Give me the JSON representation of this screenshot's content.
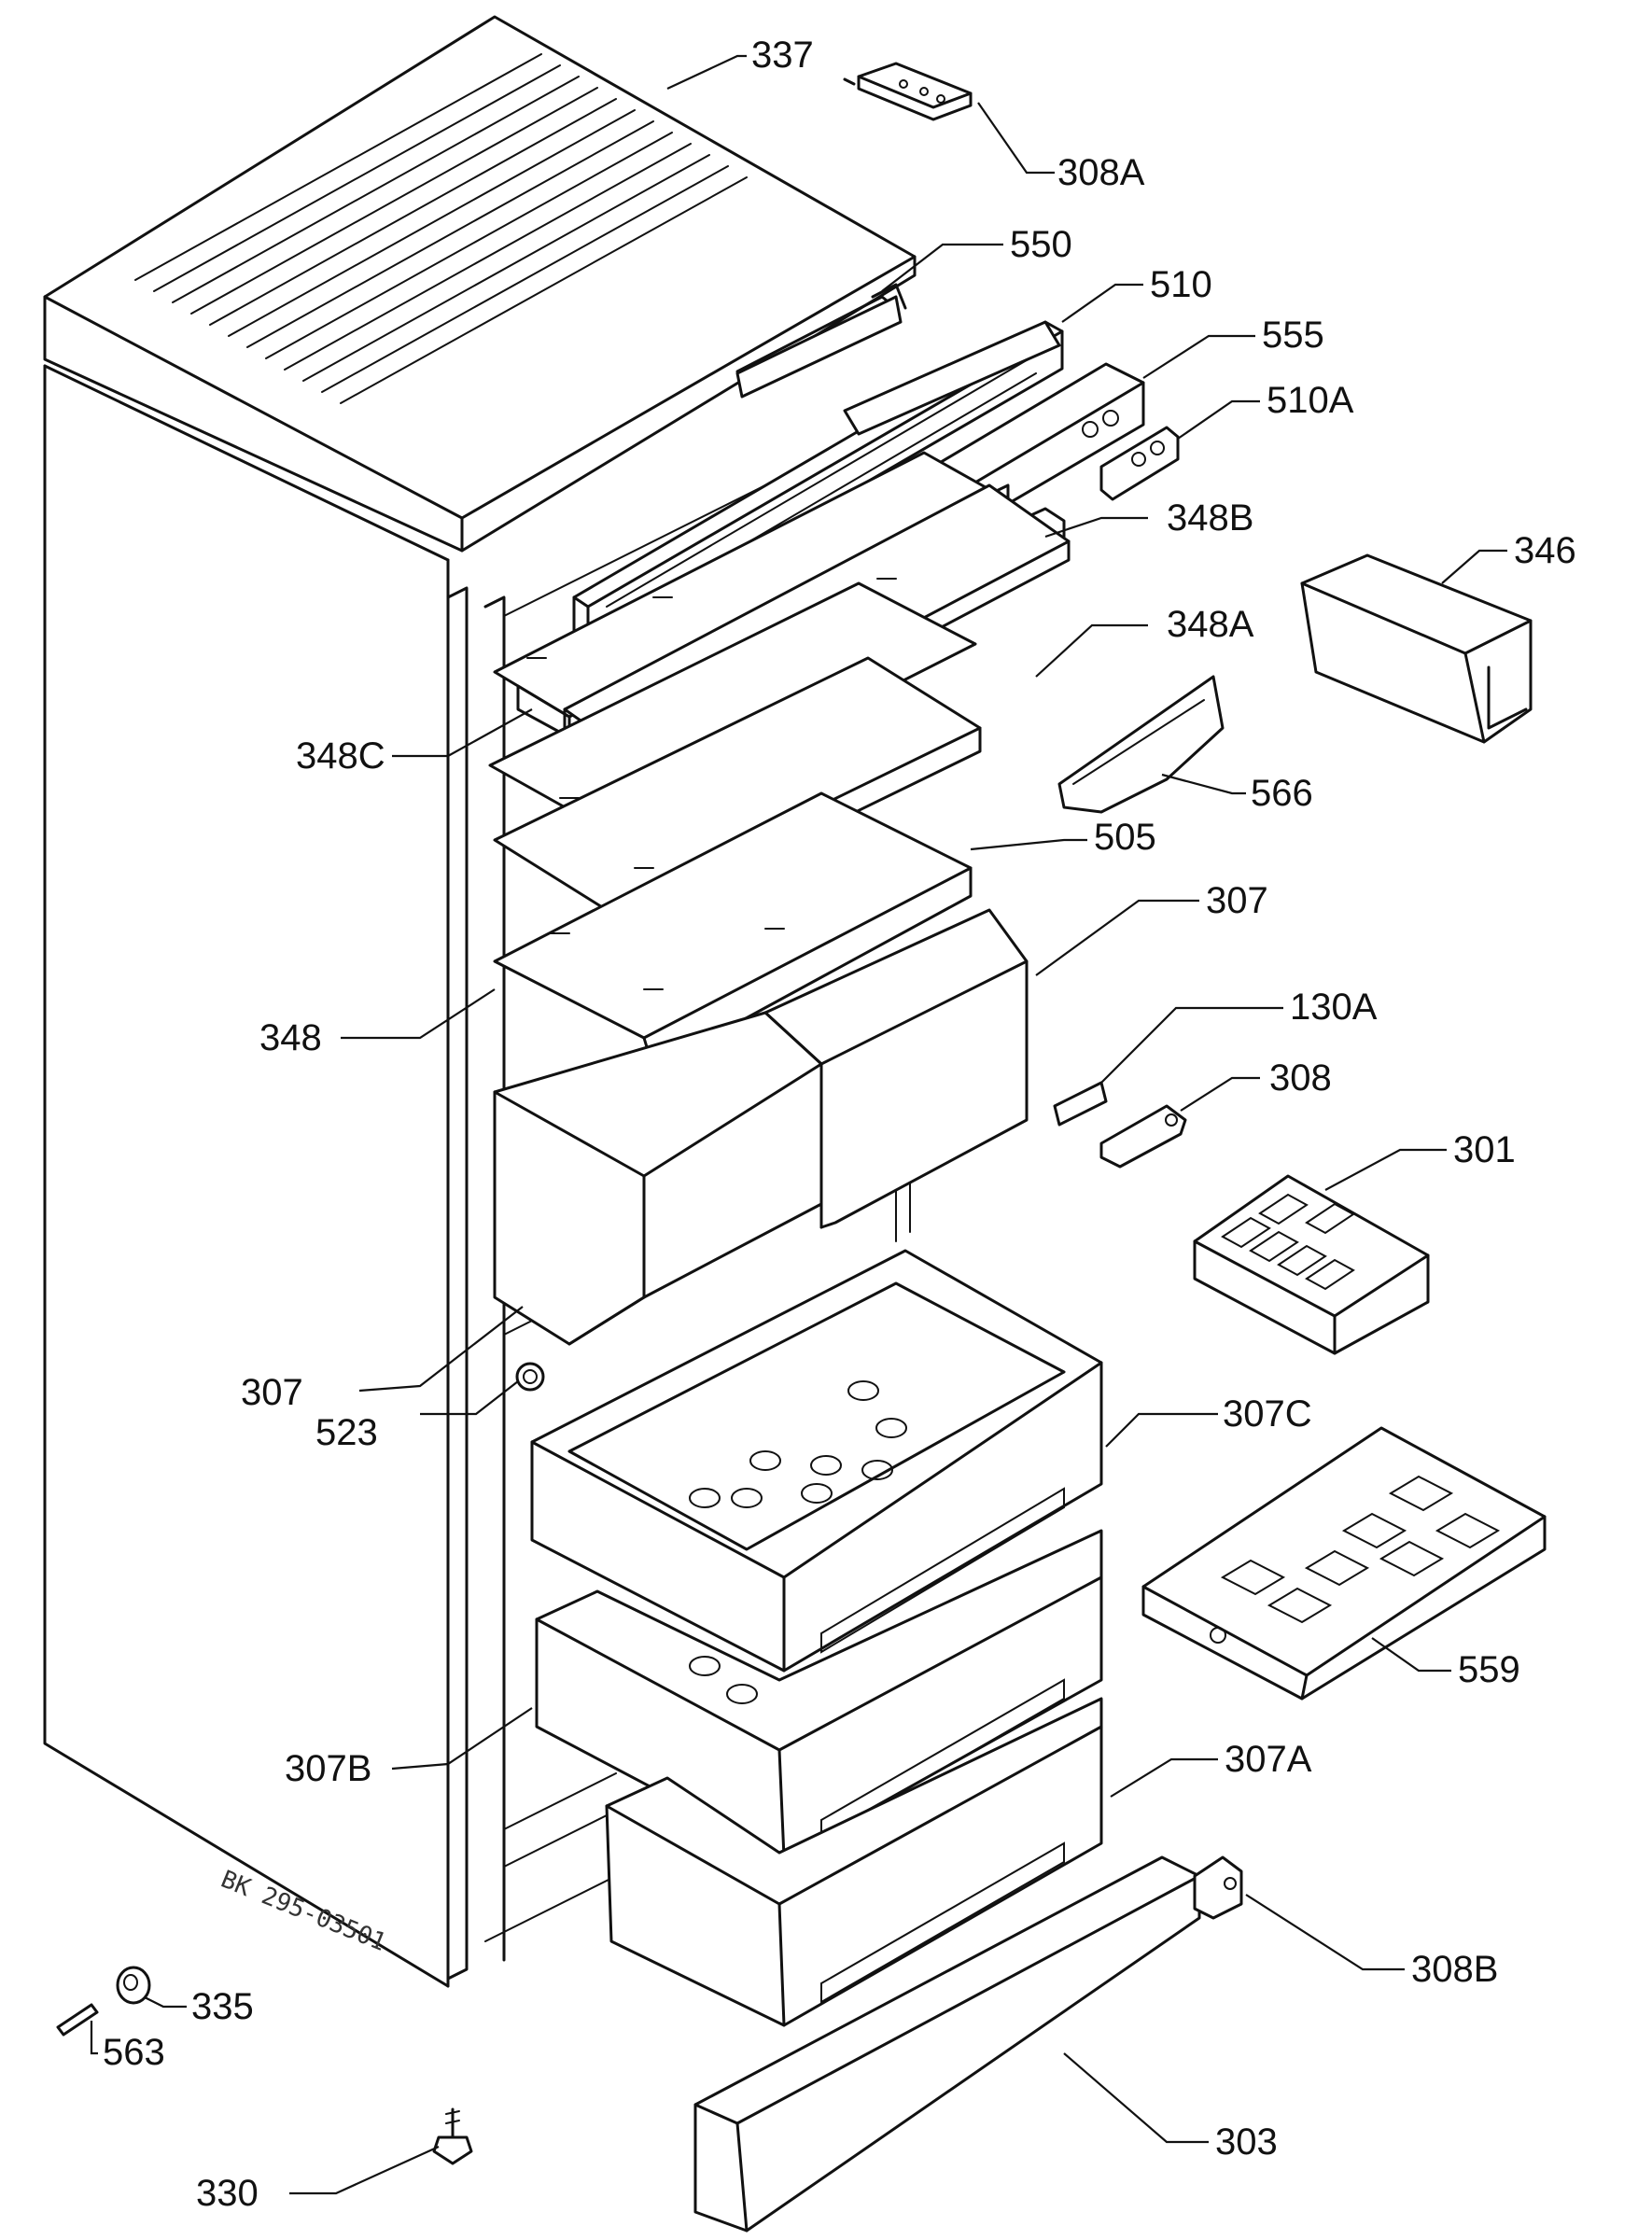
{
  "stamp": "BK 295-03501",
  "parts": [
    {
      "id": "337",
      "label": "337"
    },
    {
      "id": "308A",
      "label": "308A"
    },
    {
      "id": "550",
      "label": "550"
    },
    {
      "id": "510",
      "label": "510"
    },
    {
      "id": "555",
      "label": "555"
    },
    {
      "id": "510A",
      "label": "510A"
    },
    {
      "id": "348B",
      "label": "348B"
    },
    {
      "id": "346",
      "label": "346"
    },
    {
      "id": "348A",
      "label": "348A"
    },
    {
      "id": "348C",
      "label": "348C"
    },
    {
      "id": "566",
      "label": "566"
    },
    {
      "id": "505",
      "label": "505"
    },
    {
      "id": "307-top",
      "label": "307"
    },
    {
      "id": "348",
      "label": "348"
    },
    {
      "id": "130A",
      "label": "130A"
    },
    {
      "id": "308",
      "label": "308"
    },
    {
      "id": "301",
      "label": "301"
    },
    {
      "id": "307-left",
      "label": "307"
    },
    {
      "id": "523",
      "label": "523"
    },
    {
      "id": "307C",
      "label": "307C"
    },
    {
      "id": "559",
      "label": "559"
    },
    {
      "id": "307B",
      "label": "307B"
    },
    {
      "id": "307A",
      "label": "307A"
    },
    {
      "id": "308B",
      "label": "308B"
    },
    {
      "id": "335",
      "label": "335"
    },
    {
      "id": "563",
      "label": "563"
    },
    {
      "id": "303",
      "label": "303"
    },
    {
      "id": "330",
      "label": "330"
    }
  ]
}
